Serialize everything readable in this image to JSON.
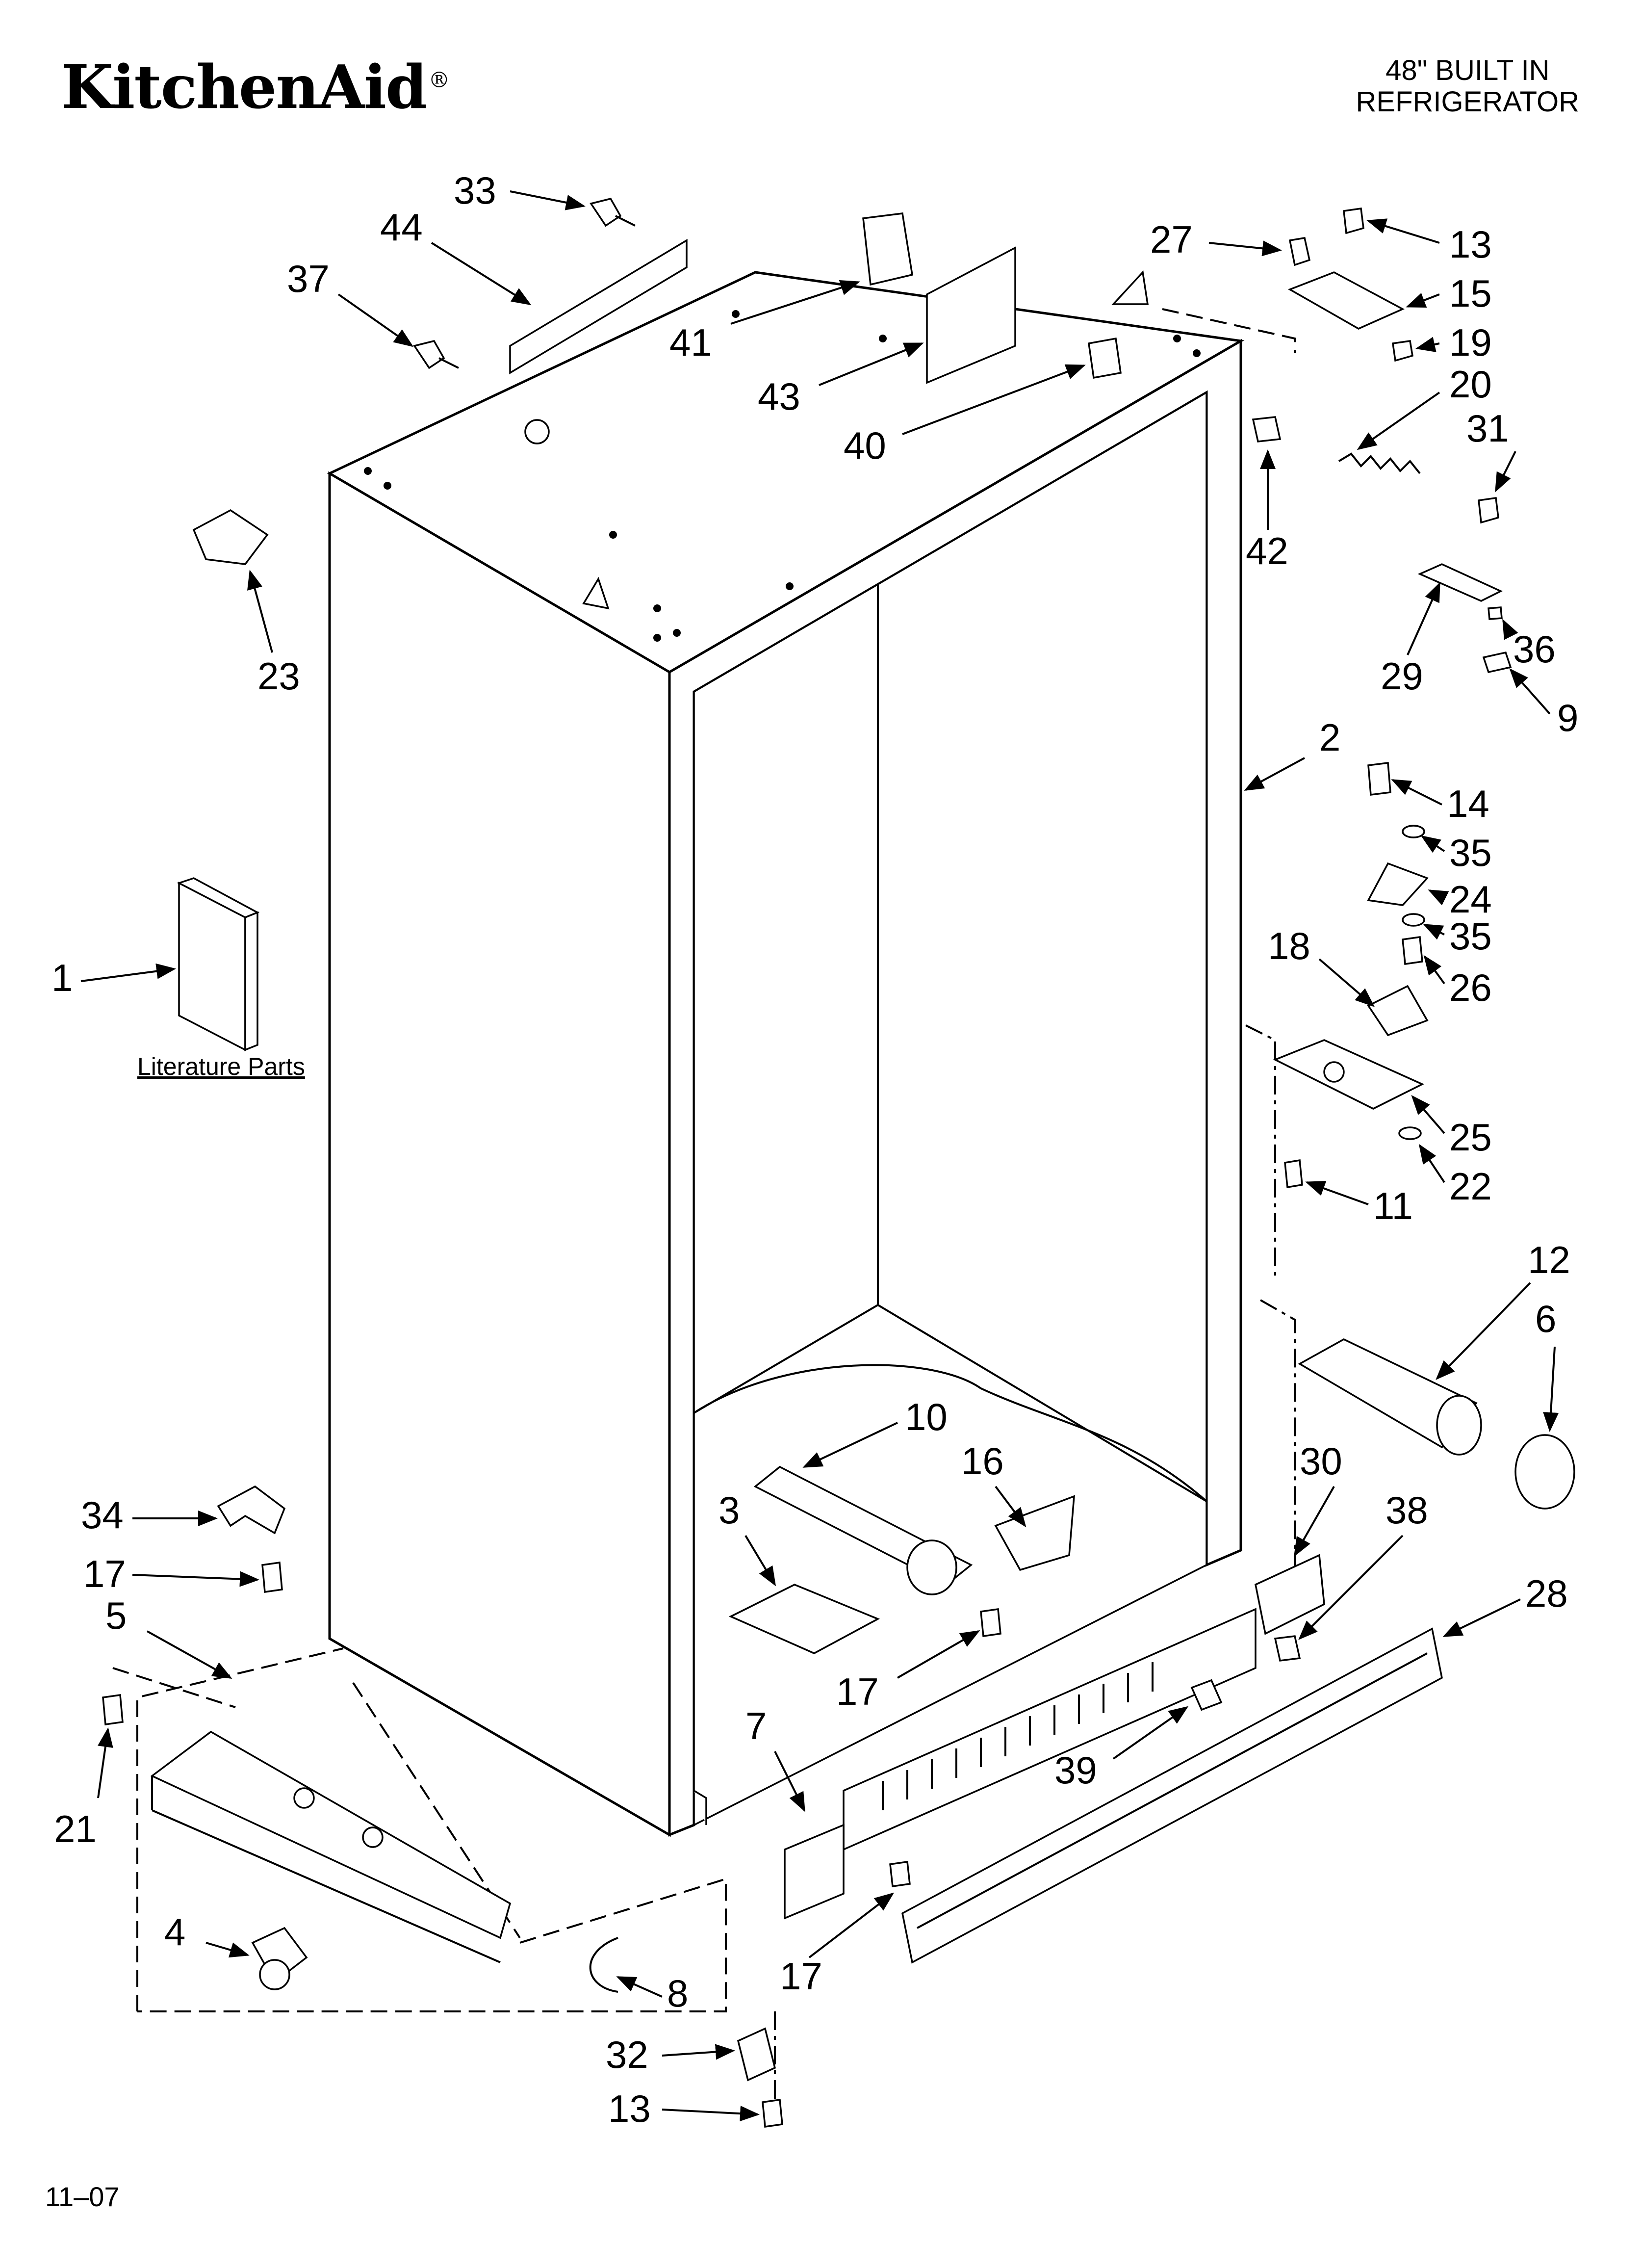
{
  "header": {
    "brand": "KitchenAid",
    "brand_mark": "®",
    "model_line1": "48\" BUILT IN",
    "model_line2": "REFRIGERATOR"
  },
  "footer": {
    "date_code": "11–07"
  },
  "literature_label": "Literature Parts",
  "callouts": [
    {
      "id": "c33",
      "label": "33"
    },
    {
      "id": "c44",
      "label": "44"
    },
    {
      "id": "c37",
      "label": "37"
    },
    {
      "id": "c41",
      "label": "41"
    },
    {
      "id": "c43",
      "label": "43"
    },
    {
      "id": "c40",
      "label": "40"
    },
    {
      "id": "c27",
      "label": "27"
    },
    {
      "id": "c13a",
      "label": "13"
    },
    {
      "id": "c15",
      "label": "15"
    },
    {
      "id": "c19",
      "label": "19"
    },
    {
      "id": "c20",
      "label": "20"
    },
    {
      "id": "c31",
      "label": "31"
    },
    {
      "id": "c42",
      "label": "42"
    },
    {
      "id": "c23",
      "label": "23"
    },
    {
      "id": "c29",
      "label": "29"
    },
    {
      "id": "c36",
      "label": "36"
    },
    {
      "id": "c9",
      "label": "9"
    },
    {
      "id": "c2",
      "label": "2"
    },
    {
      "id": "c14",
      "label": "14"
    },
    {
      "id": "c35a",
      "label": "35"
    },
    {
      "id": "c24",
      "label": "24"
    },
    {
      "id": "c35b",
      "label": "35"
    },
    {
      "id": "c26",
      "label": "26"
    },
    {
      "id": "c18",
      "label": "18"
    },
    {
      "id": "c1",
      "label": "1"
    },
    {
      "id": "c25",
      "label": "25"
    },
    {
      "id": "c22",
      "label": "22"
    },
    {
      "id": "c11",
      "label": "11"
    },
    {
      "id": "c12",
      "label": "12"
    },
    {
      "id": "c6",
      "label": "6"
    },
    {
      "id": "c10",
      "label": "10"
    },
    {
      "id": "c16",
      "label": "16"
    },
    {
      "id": "c30",
      "label": "30"
    },
    {
      "id": "c38",
      "label": "38"
    },
    {
      "id": "c3",
      "label": "3"
    },
    {
      "id": "c34",
      "label": "34"
    },
    {
      "id": "c17a",
      "label": "17"
    },
    {
      "id": "c28",
      "label": "28"
    },
    {
      "id": "c5",
      "label": "5"
    },
    {
      "id": "c17b",
      "label": "17"
    },
    {
      "id": "c39",
      "label": "39"
    },
    {
      "id": "c7",
      "label": "7"
    },
    {
      "id": "c21",
      "label": "21"
    },
    {
      "id": "c4",
      "label": "4"
    },
    {
      "id": "c8",
      "label": "8"
    },
    {
      "id": "c17c",
      "label": "17"
    },
    {
      "id": "c32",
      "label": "32"
    },
    {
      "id": "c13b",
      "label": "13"
    }
  ]
}
